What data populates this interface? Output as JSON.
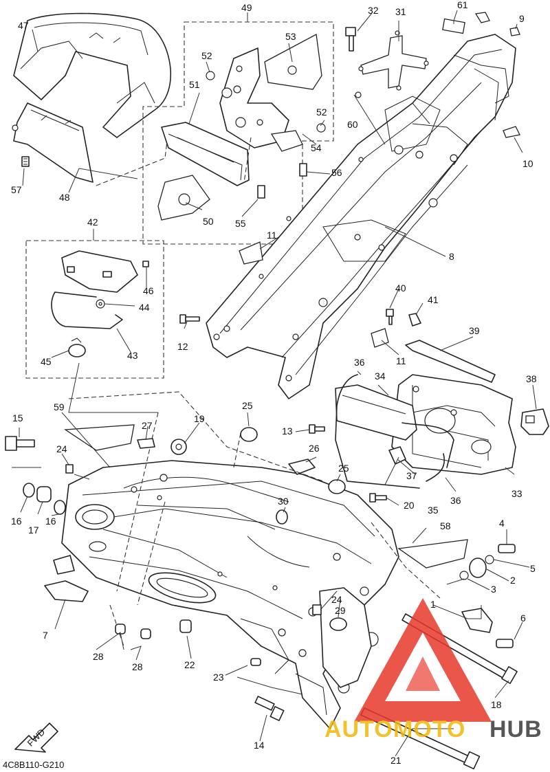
{
  "diagram": {
    "code": "4C8B110-G210",
    "direction_label": "FWD",
    "callouts": {
      "c1": "1",
      "c2": "2",
      "c3": "3",
      "c4": "4",
      "c5": "5",
      "c6": "6",
      "c7": "7",
      "c8": "8",
      "c9": "9",
      "c10": "10",
      "c11a": "11",
      "c11b": "11",
      "c12": "12",
      "c13": "13",
      "c14": "14",
      "c15": "15",
      "c16a": "16",
      "c16b": "16",
      "c17": "17",
      "c18": "18",
      "c19": "19",
      "c20": "20",
      "c21": "21",
      "c22": "22",
      "c23": "23",
      "c24a": "24",
      "c24b": "24",
      "c25a": "25",
      "c25b": "25",
      "c26": "26",
      "c27": "27",
      "c28a": "28",
      "c28b": "28",
      "c29": "29",
      "c30": "30",
      "c31": "31",
      "c32": "32",
      "c33": "33",
      "c34": "34",
      "c35": "35",
      "c36a": "36",
      "c36b": "36",
      "c37": "37",
      "c38": "38",
      "c39": "39",
      "c40": "40",
      "c41": "41",
      "c42": "42",
      "c43": "43",
      "c44": "44",
      "c45": "45",
      "c46": "46",
      "c47": "47",
      "c48": "48",
      "c49": "49",
      "c50": "50",
      "c51": "51",
      "c52a": "52",
      "c52b": "52",
      "c53": "53",
      "c54": "54",
      "c55": "55",
      "c56": "56",
      "c57": "57",
      "c58": "58",
      "c59": "59",
      "c60": "60",
      "c61": "61"
    }
  },
  "watermark": {
    "word_a": "AUTO",
    "word_b": "MOTO",
    "word_c": "HUB",
    "color_primary": "#e8392b",
    "color_secondary": "#f2b705",
    "color_dark": "#3a3a3a"
  }
}
